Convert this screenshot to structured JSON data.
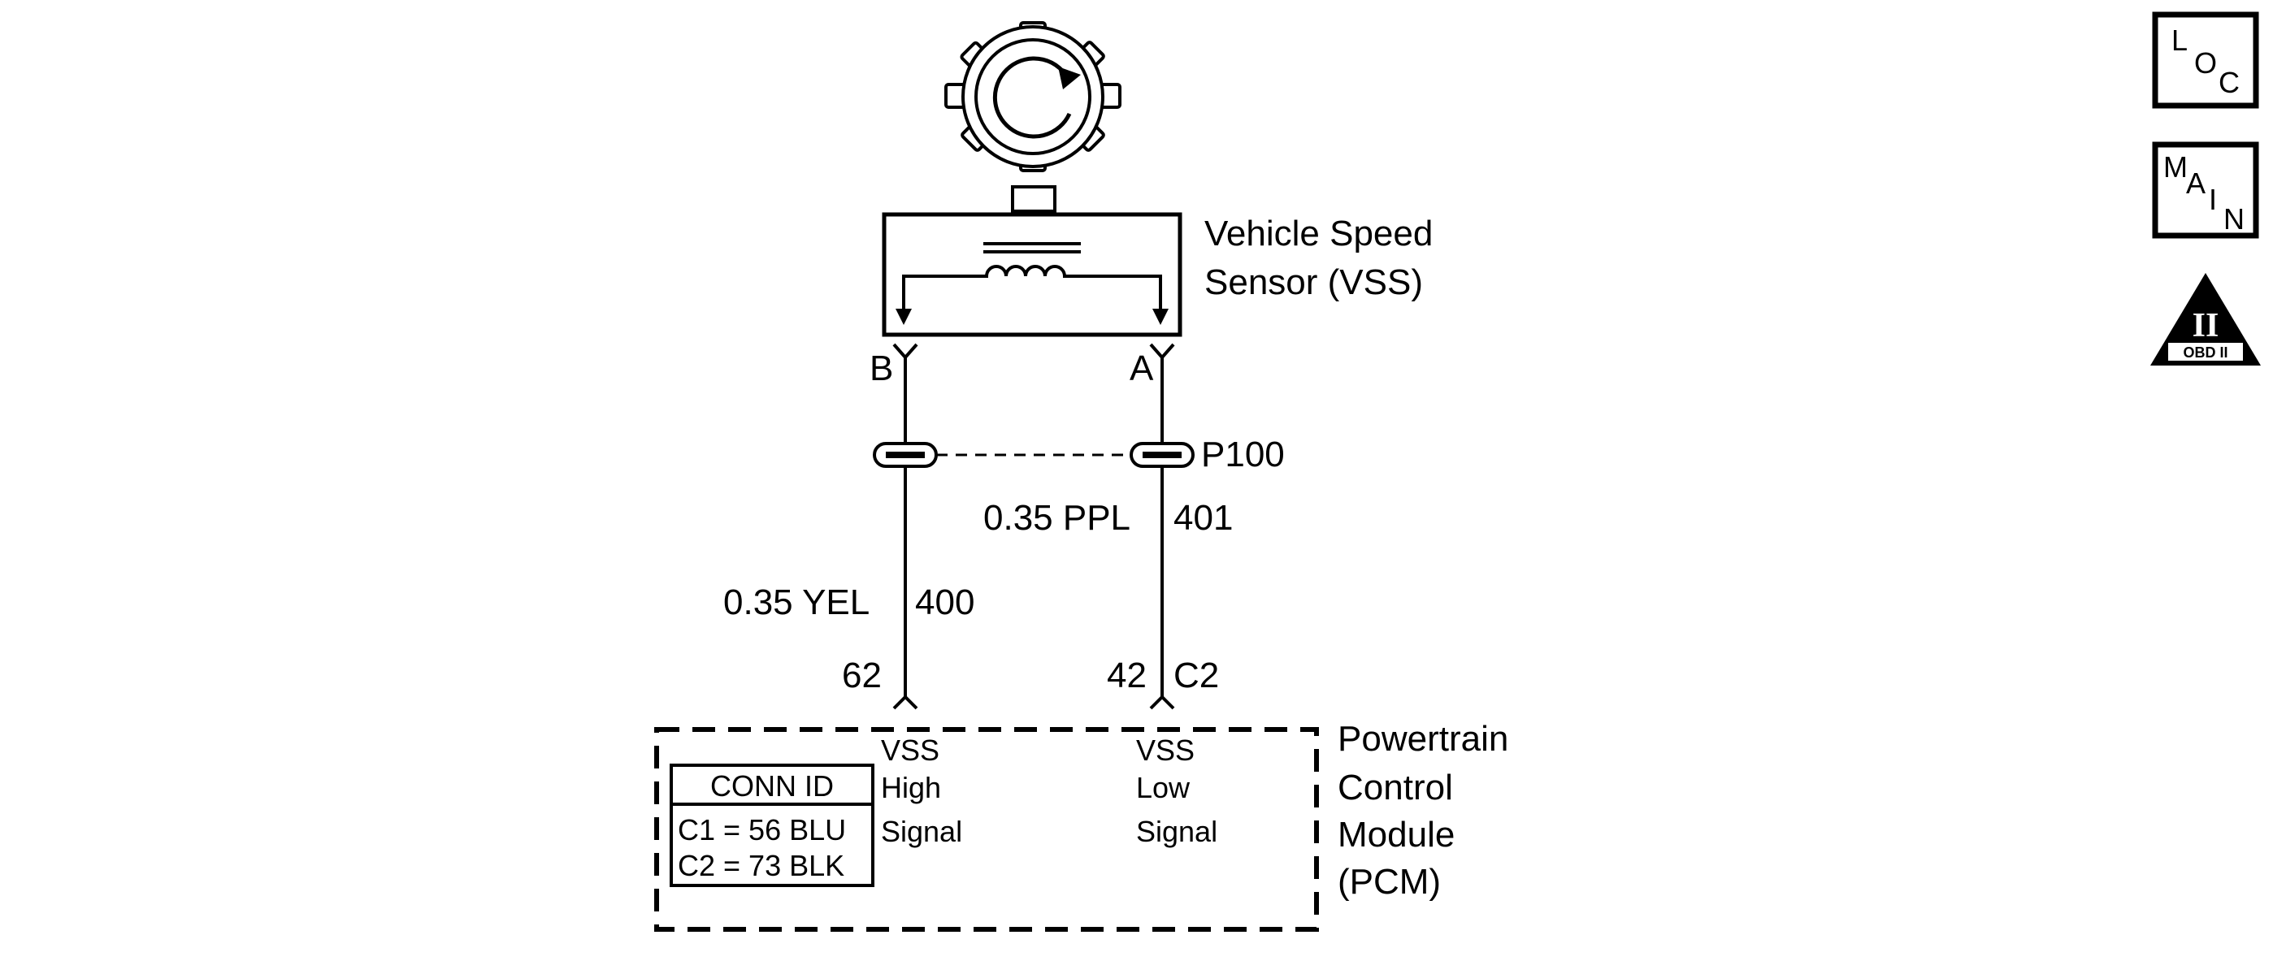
{
  "components": {
    "vss": {
      "name_line1": "Vehicle Speed",
      "name_line2": "Sensor (VSS)",
      "pin_b": "B",
      "pin_a": "A"
    },
    "connector_p100": {
      "label": "P100"
    },
    "wire_401": {
      "size_color": "0.35 PPL",
      "circuit": "401",
      "pcm_pin": "42",
      "pcm_connector": "C2"
    },
    "wire_400": {
      "size_color": "0.35 YEL",
      "circuit": "400",
      "pcm_pin": "62"
    },
    "pcm": {
      "name_line1": "Powertrain",
      "name_line2": "Control",
      "name_line3": "Module",
      "name_line4": "(PCM)",
      "vss_high": [
        "VSS",
        "High",
        "Signal"
      ],
      "vss_low": [
        "VSS",
        "Low",
        "Signal"
      ],
      "conn_id": {
        "title": "CONN ID",
        "rows": [
          "C1 = 56 BLU",
          "C2 = 73 BLK"
        ]
      }
    }
  },
  "side_buttons": {
    "loc": {
      "letters": [
        "L",
        "O",
        "C"
      ]
    },
    "main": {
      "letters": [
        "M",
        "A",
        "I",
        "N"
      ]
    },
    "obd": {
      "numeral": "II",
      "text": "OBD II"
    }
  }
}
